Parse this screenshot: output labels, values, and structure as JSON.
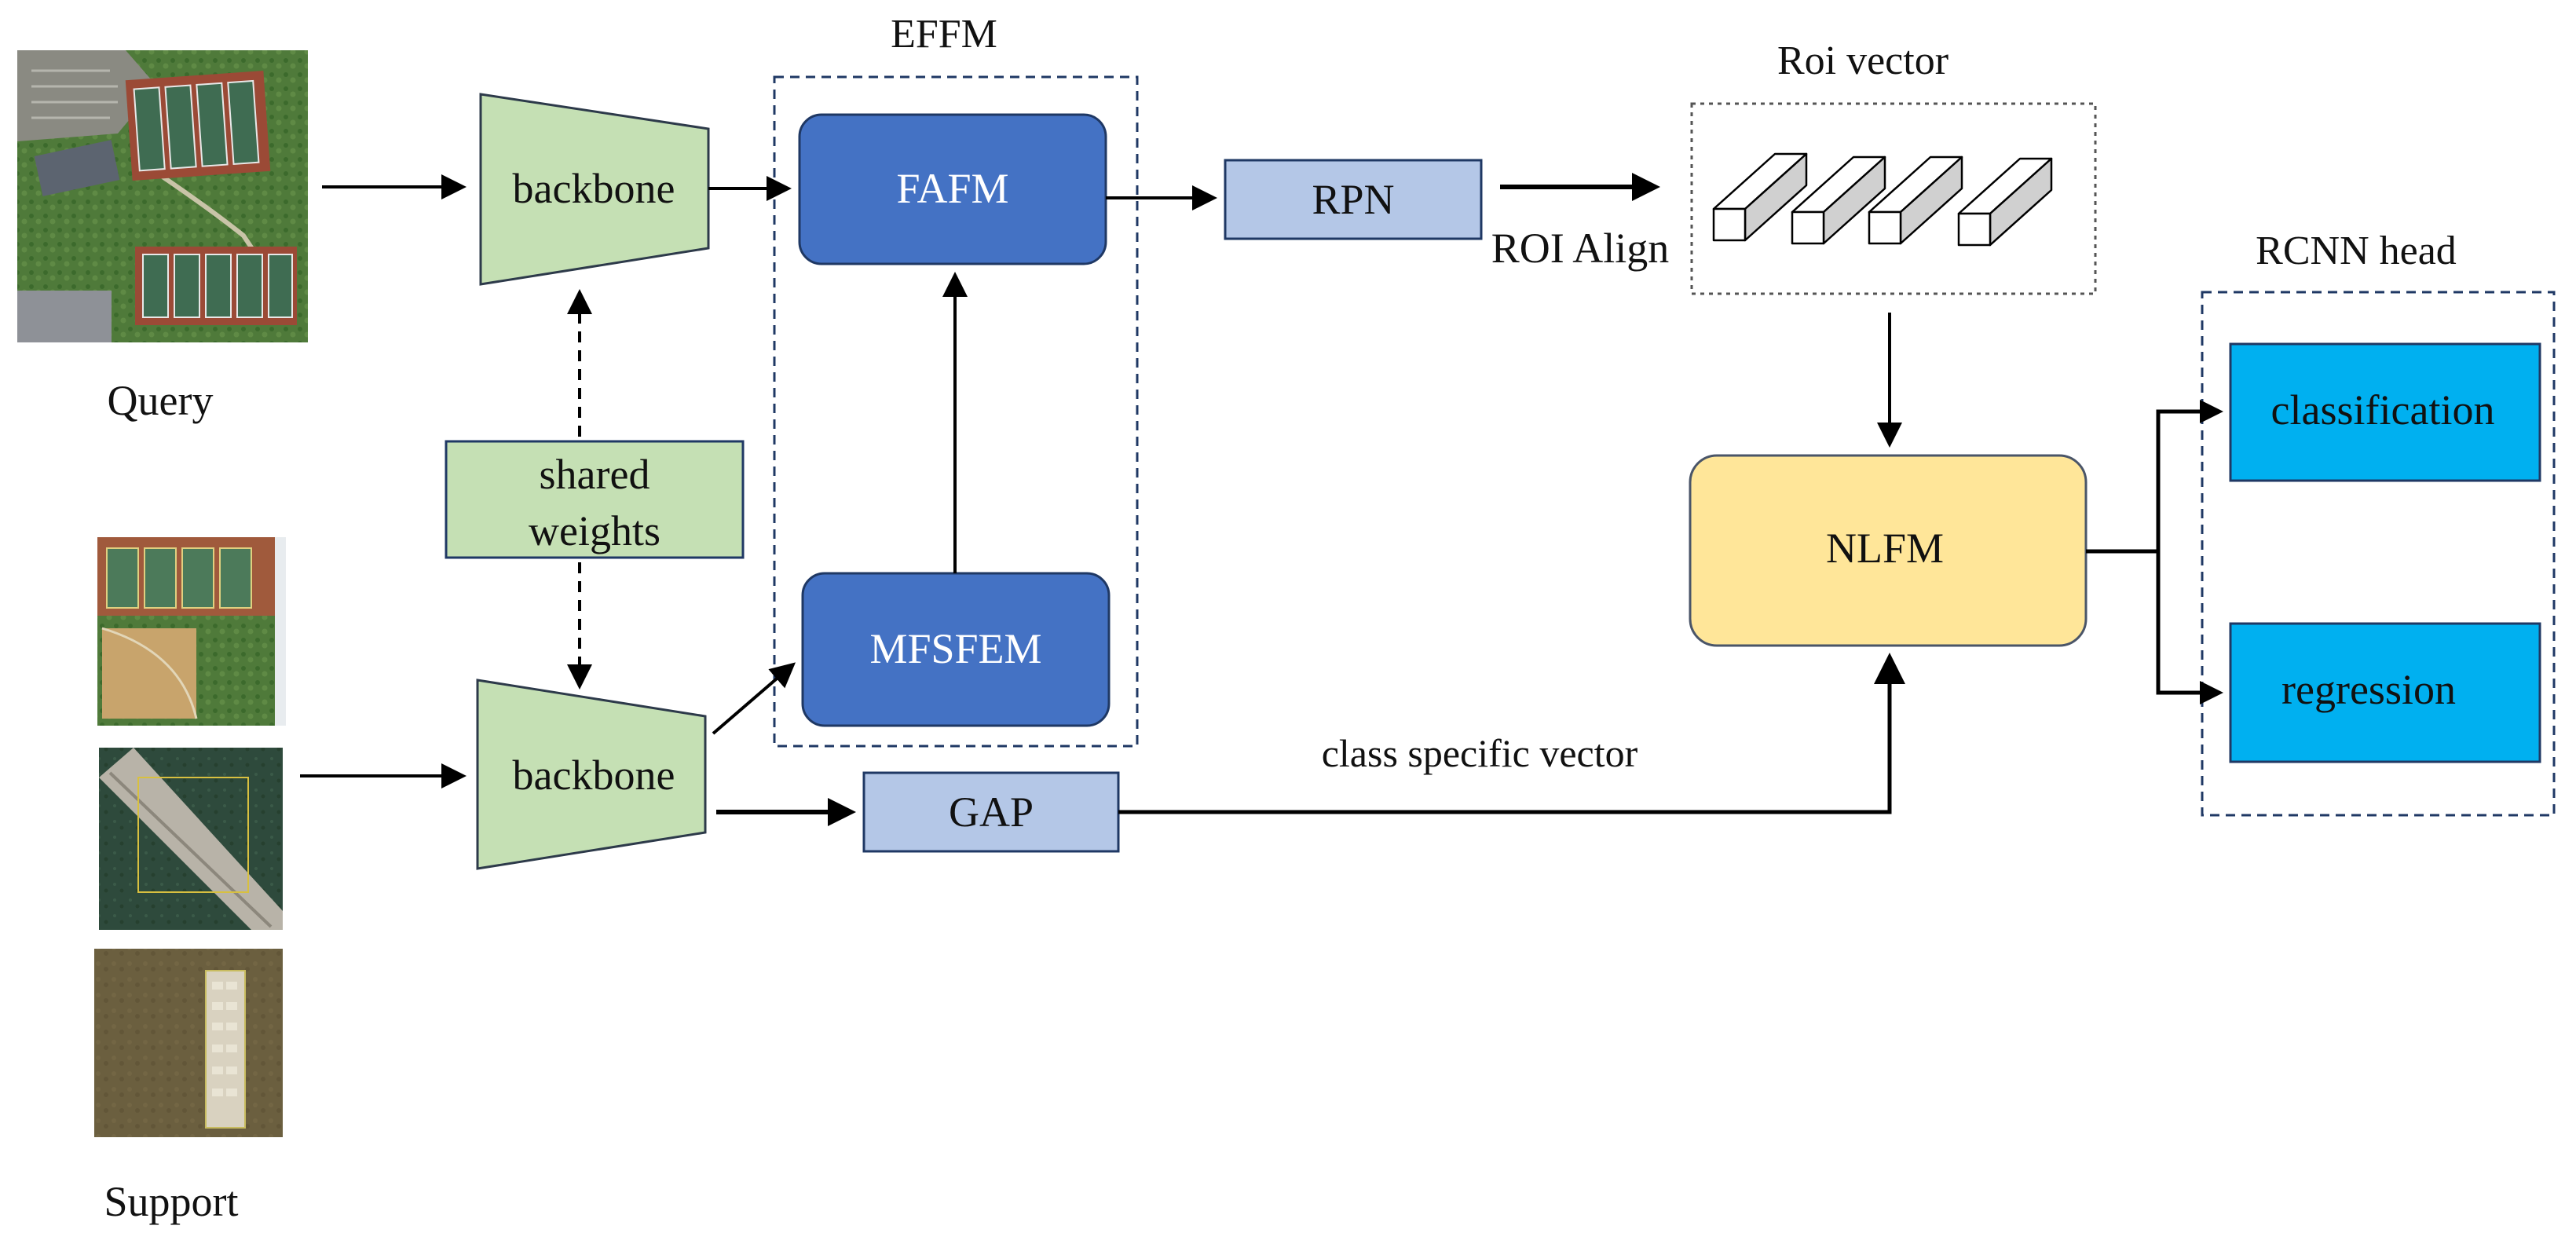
{
  "inputs": {
    "query_label": "Query",
    "support_label": "Support"
  },
  "blocks": {
    "backbone_query": "backbone",
    "backbone_support": "backbone",
    "shared_weights_line1": "shared",
    "shared_weights_line2": "weights",
    "fafm": "FAFM",
    "mfsfem": "MFSFEM",
    "rpn": "RPN",
    "gap": "GAP",
    "nlfm": "NLFM",
    "classification": "classification",
    "regression": "regression"
  },
  "groups": {
    "effm_title": "EFFM",
    "roi_vector_title": "Roi vector",
    "rcnn_head_title": "RCNN head"
  },
  "edge_labels": {
    "roi_align": "ROI Align",
    "class_specific_vector": "class specific vector"
  },
  "colors": {
    "backbone_fill": "#c5e0b4",
    "backbone_stroke": "#2d3a4a",
    "module_dark_fill": "#4472c4",
    "module_light_fill": "#b4c7e7",
    "nlfm_fill": "#ffe699",
    "head_fill": "#00b0f0",
    "group_border": "#1f3864",
    "arrow": "#000000"
  }
}
